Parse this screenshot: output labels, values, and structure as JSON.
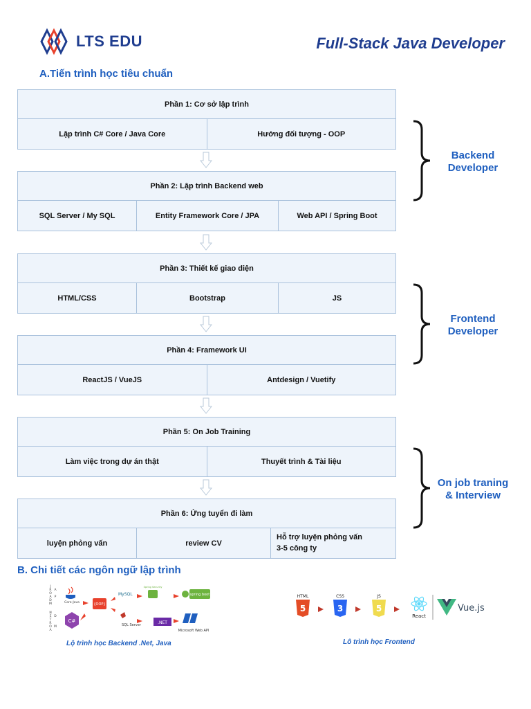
{
  "brand": {
    "name": "LTS EDU"
  },
  "title": "Full-Stack Java Developer",
  "section_a": "A.Tiến trình học tiêu chuẩn",
  "section_b": "B. Chi tiết các ngôn ngữ lập trình",
  "phases": [
    {
      "title": "Phần 1: Cơ sở lập trình",
      "items": [
        "Lập trình C# Core / Java Core",
        "Hướng đối tượng - OOP"
      ]
    },
    {
      "title": "Phần 2: Lập trình Backend web",
      "items": [
        "SQL Server / My SQL",
        "Entity Framework Core / JPA",
        "Web API / Spring Boot"
      ]
    },
    {
      "title": "Phần 3: Thiết kế giao diện",
      "items": [
        "HTML/CSS",
        "Bootstrap",
        "JS"
      ]
    },
    {
      "title": "Phần 4: Framework UI",
      "items": [
        "ReactJS / VueJS",
        "Antdesign / Vuetify"
      ]
    },
    {
      "title": "Phần 5: On Job Training",
      "items": [
        "Làm việc trong dự án thật",
        "Thuyết trình & Tài liệu"
      ]
    },
    {
      "title": "Phần 6: Ứng tuyển đi làm",
      "items": [
        "luyện phỏng vấn",
        "review CV",
        "Hỗ trợ luyện phỏng vấn",
        "3-5 công ty"
      ]
    }
  ],
  "roles": {
    "backend": [
      "Backend",
      "Developer"
    ],
    "frontend": [
      "Frontend",
      "Developer"
    ],
    "onjob": [
      "On job traning",
      "& Interview"
    ]
  },
  "backend_diagram": {
    "side_letters_top": [
      "J",
      "R",
      "O",
      "A",
      "D",
      "M",
      "A",
      "P"
    ],
    "side_letters_bottom": [
      "N",
      "E",
      "T",
      "R",
      "O",
      "A",
      "D",
      "M"
    ],
    "logos_top": [
      "Core-Java",
      "{OOP}",
      "MySQL",
      "Spring Security",
      "spring boot"
    ],
    "logos_bottom": [
      "C#",
      "SQL Server",
      ".NET",
      "Microsoft Web API"
    ]
  },
  "frontend_diagram": {
    "logos": [
      "HTML",
      "CSS",
      "JS",
      "React",
      "Vue.js"
    ]
  },
  "captions": {
    "backend": "Lộ trình học Backend .Net, Java",
    "frontend": "Lô trình học Frontend"
  },
  "colors": {
    "brand_blue": "#1f3d8f",
    "accent_blue": "#1f5fbf",
    "box_fill": "#eef4fb",
    "box_border": "#a9c1dc",
    "logo_red": "#e8412c",
    "html_orange": "#e44d26",
    "css_blue": "#2965f1",
    "js_yellow": "#f0db4f",
    "react_cyan": "#61dafb",
    "vue_green": "#41b883"
  }
}
